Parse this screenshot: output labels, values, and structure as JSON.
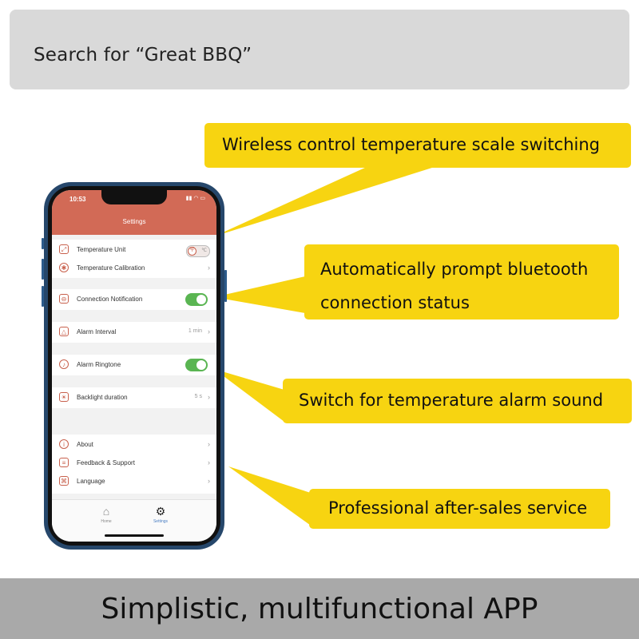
{
  "search": {
    "text": "Search for “Great BBQ”"
  },
  "callouts": {
    "temp_scale": "Wireless control temperature scale switching",
    "bluetooth_line1": "Automatically prompt bluetooth",
    "bluetooth_line2": "connection status",
    "alarm_sound": "Switch for temperature alarm sound",
    "after_sales": "Professional after-sales service"
  },
  "phone": {
    "status_time": "10:53",
    "status_icons": "▮▮ ◠ ▭",
    "title": "Settings",
    "items": {
      "temperature_unit": {
        "label": "Temperature Unit",
        "unit_f": "℉",
        "unit_c": "℃",
        "selected": "℉"
      },
      "temperature_calibration": {
        "label": "Temperature Calibration"
      },
      "connection_notification": {
        "label": "Connection Notification",
        "enabled": true
      },
      "alarm_interval": {
        "label": "Alarm Interval",
        "value": "1 min"
      },
      "alarm_ringtone": {
        "label": "Alarm Ringtone",
        "enabled": true
      },
      "backlight_duration": {
        "label": "Backlight duration",
        "value": "5 s"
      },
      "about": {
        "label": "About"
      },
      "feedback_support": {
        "label": "Feedback & Support"
      },
      "language": {
        "label": "Language"
      }
    },
    "tabs": {
      "home": {
        "label": "Home",
        "icon": "home-icon"
      },
      "settings": {
        "label": "Settings",
        "icon": "gear-icon",
        "active": true
      }
    },
    "chevron": "›"
  },
  "footer": {
    "headline": "Simplistic, multifunctional APP"
  },
  "colors": {
    "callout_bg": "#f7d411",
    "app_header": "#d26a56",
    "toggle_on": "#5ab552",
    "phone_frame": "#26476b",
    "search_bg": "#d9d9d9",
    "footer_bg": "#a9a9a9"
  }
}
